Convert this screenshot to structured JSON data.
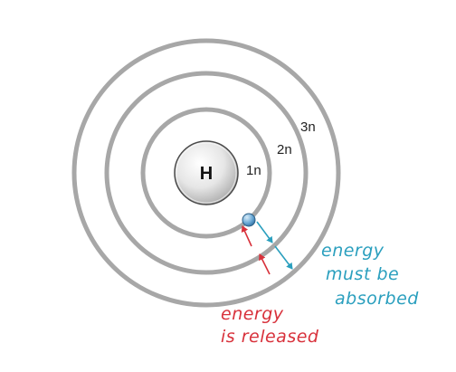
{
  "nucleus": {
    "label": "H"
  },
  "shells": [
    {
      "label": "1n"
    },
    {
      "label": "2n"
    },
    {
      "label": "3n"
    }
  ],
  "annotations": {
    "absorbed": [
      "energy",
      "must be",
      "absorbed"
    ],
    "released": [
      "energy",
      "is released"
    ]
  },
  "colors": {
    "orbit": "#a7a7a7",
    "absorbed": "#2a9fbe",
    "released": "#d8313b",
    "electron": "#4f95c9"
  }
}
